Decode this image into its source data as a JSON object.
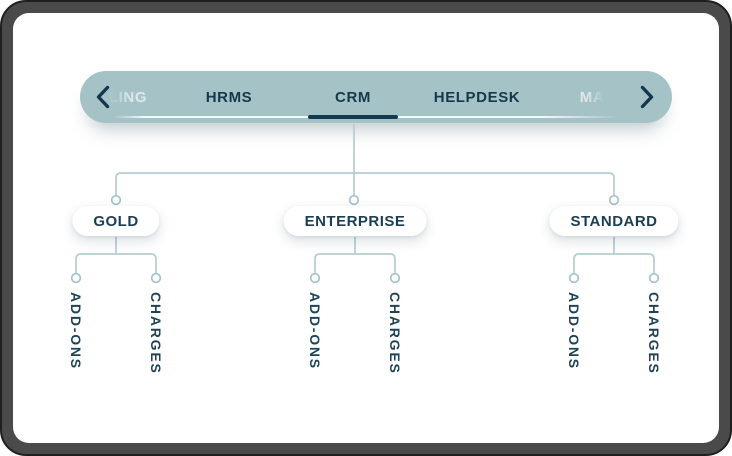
{
  "nav": {
    "left_arrow": "chevron-left",
    "right_arrow": "chevron-right",
    "tabs": [
      {
        "label": "LING",
        "state": "faded-partial"
      },
      {
        "label": "HRMS",
        "state": "normal"
      },
      {
        "label": "CRM",
        "state": "active"
      },
      {
        "label": "HELPDESK",
        "state": "normal"
      },
      {
        "label": "MA",
        "state": "faded-partial"
      }
    ],
    "active_tab": "CRM"
  },
  "tree": {
    "root": "CRM",
    "plans": [
      {
        "label": "GOLD",
        "children": [
          "ADD-ONS",
          "CHARGES"
        ]
      },
      {
        "label": "ENTERPRISE",
        "children": [
          "ADD-ONS",
          "CHARGES"
        ]
      },
      {
        "label": "STANDARD",
        "children": [
          "ADD-ONS",
          "CHARGES"
        ]
      }
    ]
  },
  "colors": {
    "pill_teal": "#a5c3c6",
    "navy": "#16384b",
    "active_underline": "#12394e",
    "tree_line": "#b5cdd2",
    "node_circle_stroke": "#a3c2ca",
    "faded_tab": "#dde8e9",
    "frame": "#4a4a4a"
  }
}
